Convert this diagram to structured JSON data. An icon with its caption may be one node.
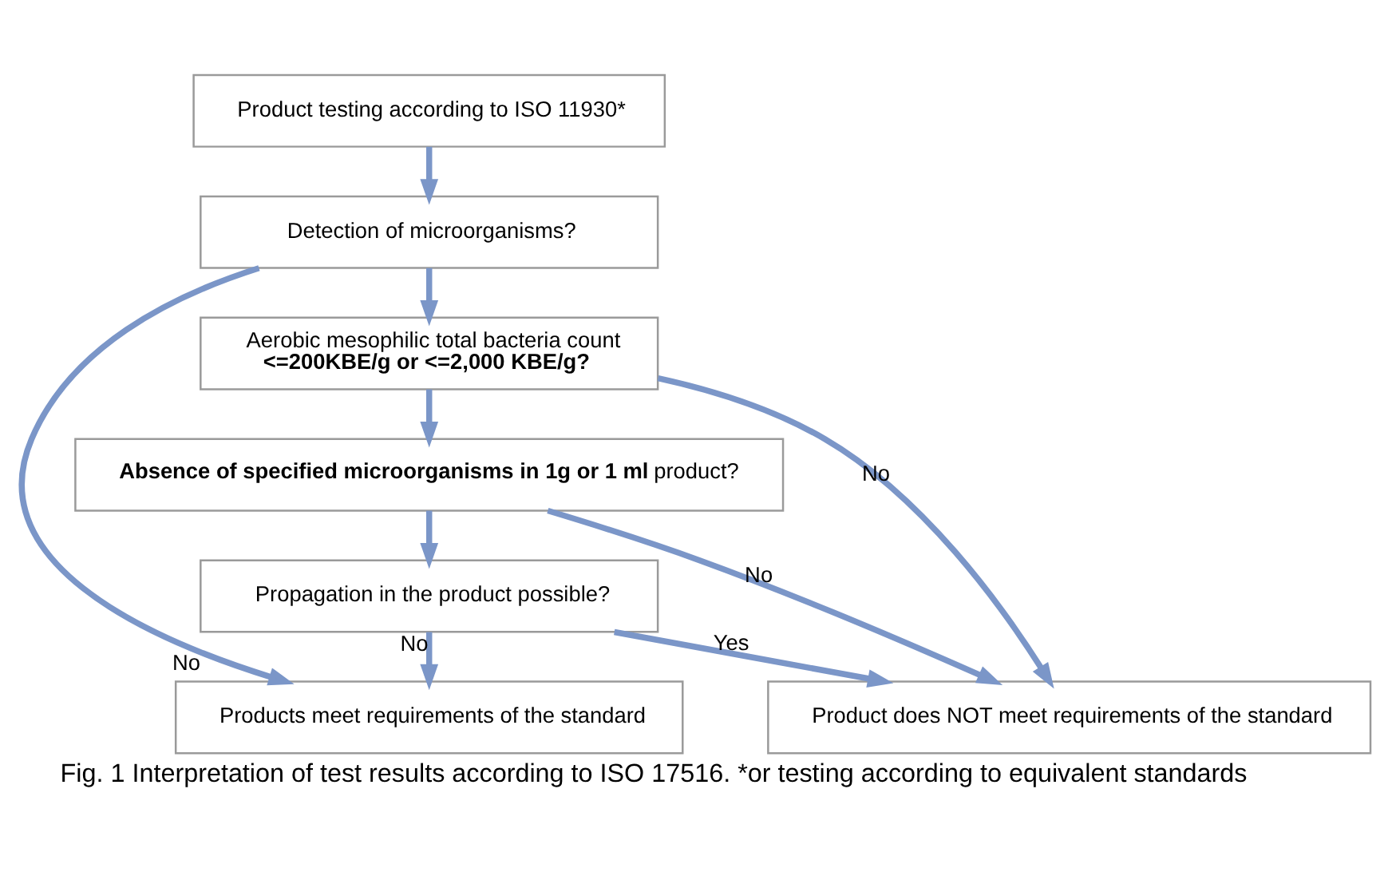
{
  "diagram": {
    "caption": "Fig. 1 Interpretation of test results according to ISO 17516. *or testing according to equivalent standards",
    "nodes": [
      {
        "text": [
          "Product testing according to ISO 11930*"
        ]
      },
      {
        "text": [
          "Detection of microorganisms?"
        ]
      },
      {
        "text": [
          "Aerobic mesophilic total bacteria count",
          "**<=200KBE/g or <=2,000 KBE/g?**"
        ]
      },
      {
        "text": [
          "**Absence of specified microorganisms in 1g or 1 ml** product?"
        ]
      },
      {
        "text": [
          "Propagation in the product possible?"
        ]
      },
      {
        "text": [
          "Products meet requirements of the standard"
        ]
      },
      {
        "text": [
          "Product does NOT meet requirements of the standard"
        ]
      }
    ],
    "edges": [
      {
        "from": 0,
        "to": 1,
        "arrow": "to"
      },
      {
        "from": 1,
        "to": 2,
        "arrow": "to"
      },
      {
        "from": 2,
        "to": 3,
        "arrow": "to"
      },
      {
        "from": 3,
        "to": 4,
        "arrow": "to"
      },
      {
        "from": 1,
        "to": 5,
        "label": "No",
        "arrow": "to"
      },
      {
        "from": 4,
        "to": 5,
        "label": "No",
        "arrow": "to"
      },
      {
        "from": 2,
        "to": 6,
        "label": "No",
        "arrow": "to"
      },
      {
        "from": 3,
        "to": 6,
        "label": "No",
        "arrow": "to"
      },
      {
        "from": 4,
        "to": 6,
        "label": "Yes",
        "arrow": "to"
      }
    ]
  }
}
